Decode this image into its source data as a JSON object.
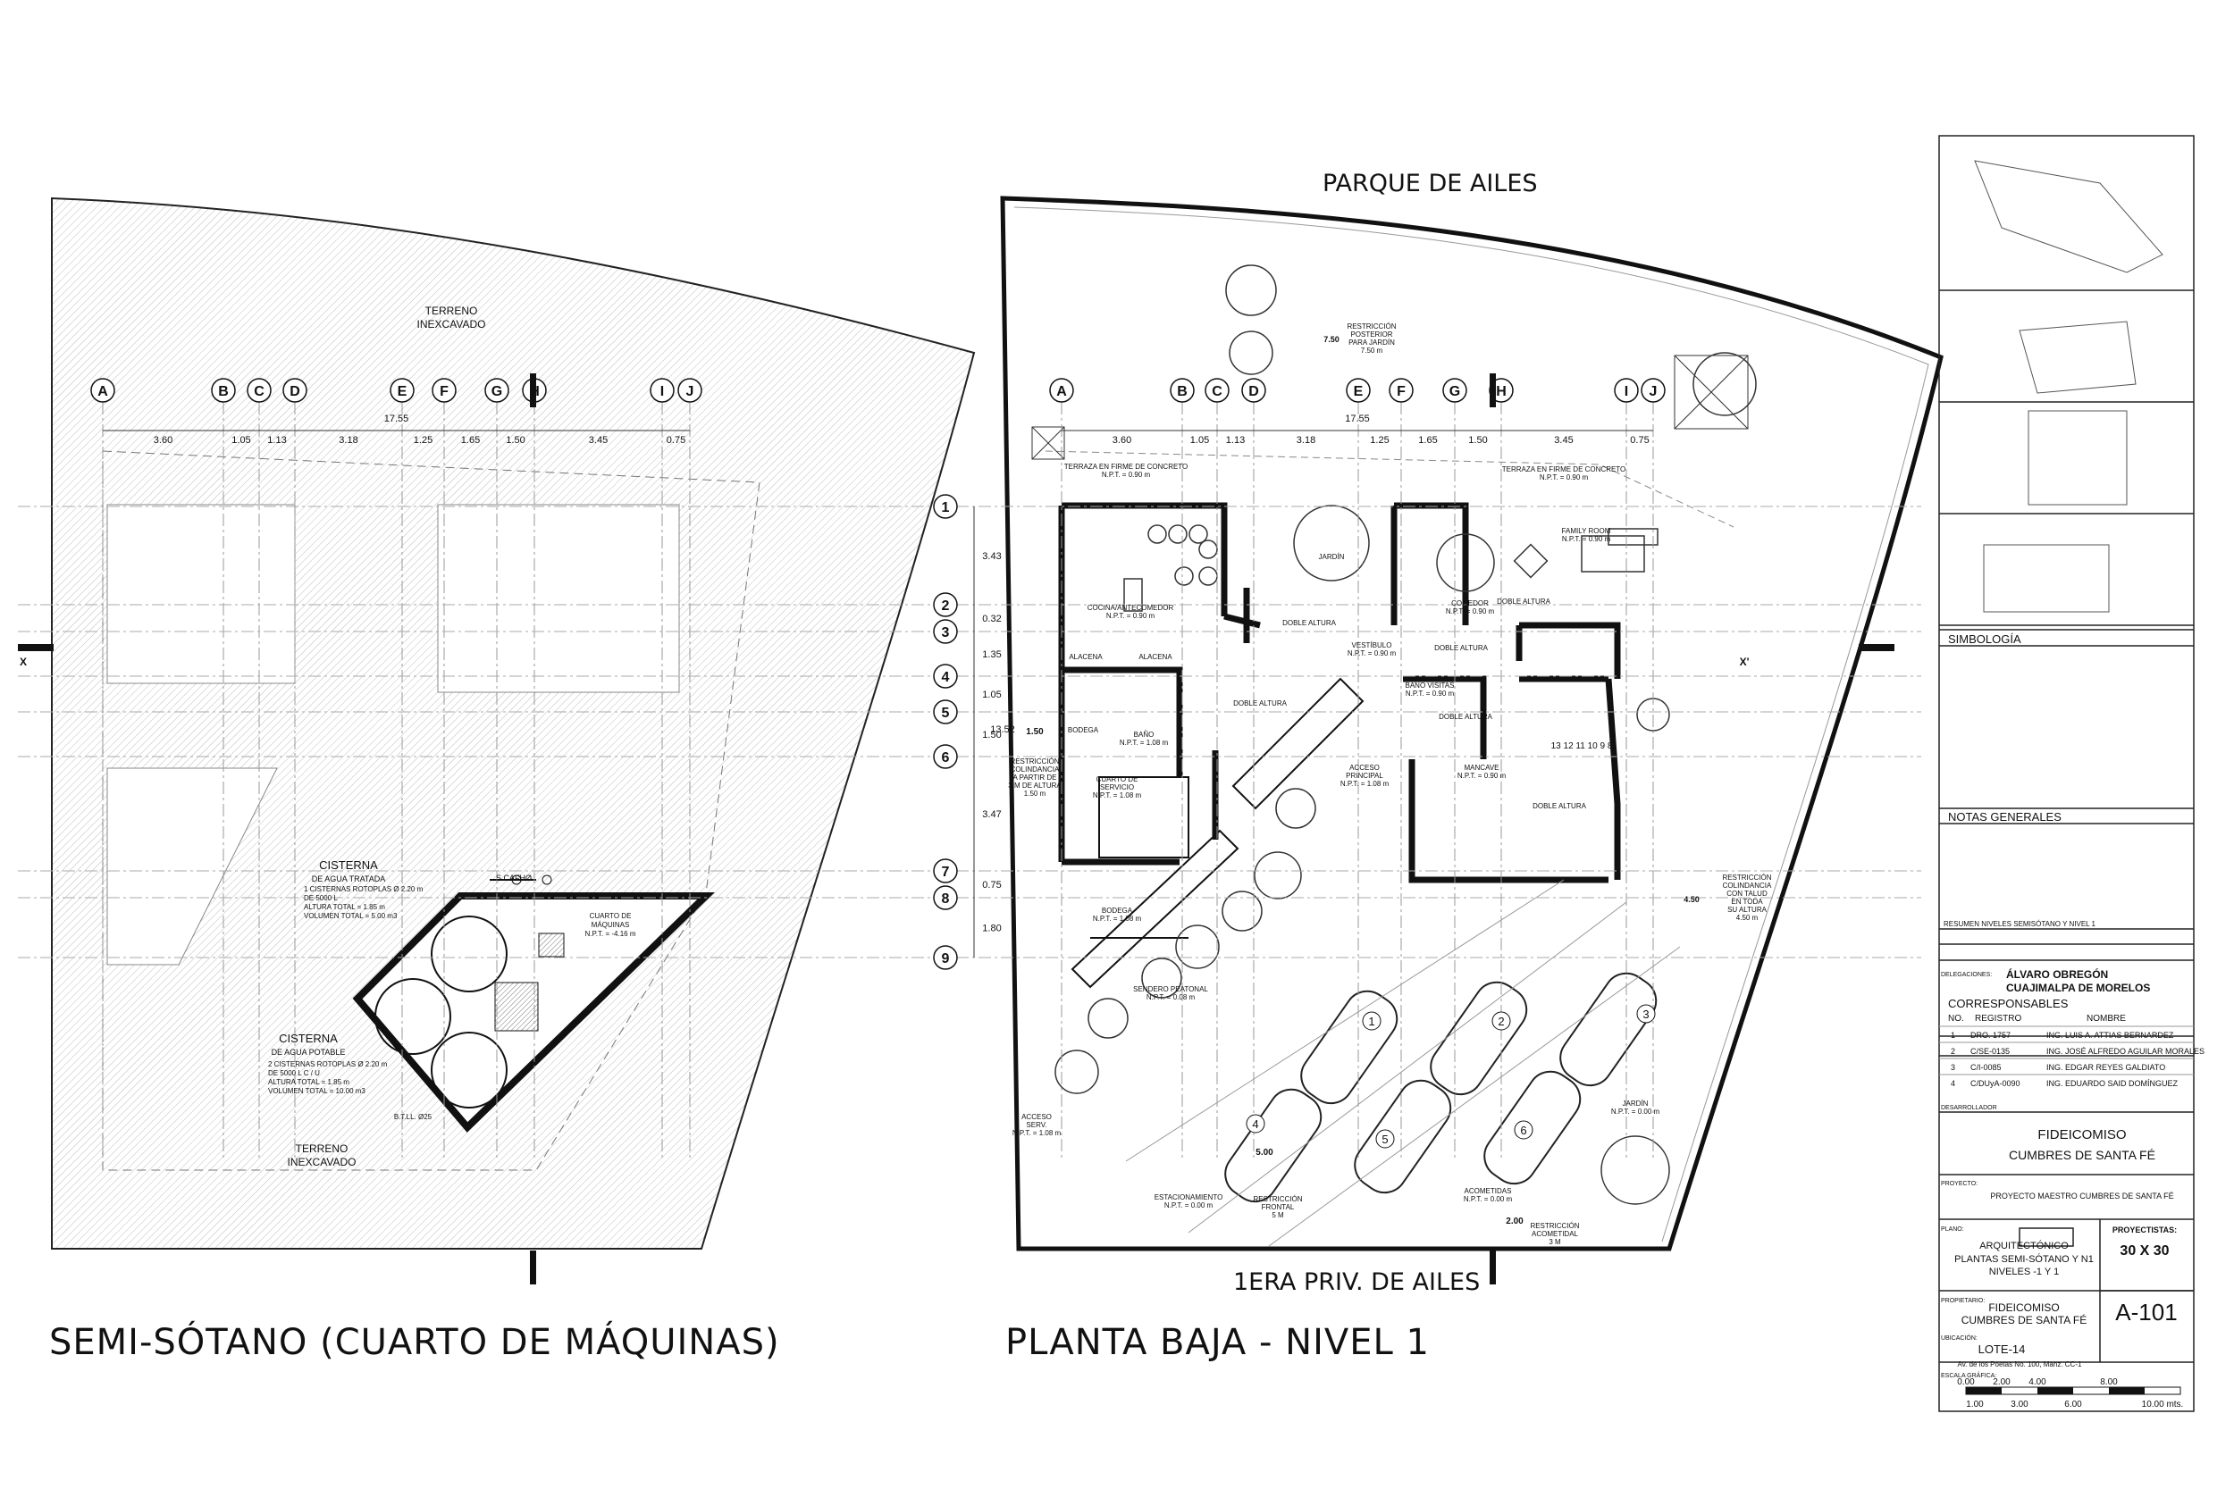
{
  "titles": {
    "left_plan": "SEMI-SÓTANO (CUARTO DE MÁQUINAS)",
    "right_plan": "PLANTA BAJA - NIVEL 1",
    "top_street": "PARQUE DE AILES",
    "bottom_street": "1ERA PRIV. DE AILES"
  },
  "grid": {
    "columns": [
      "A",
      "B",
      "C",
      "D",
      "E",
      "F",
      "G",
      "H",
      "I",
      "J"
    ],
    "rows": [
      "1",
      "2",
      "3",
      "4",
      "5",
      "6",
      "7",
      "8",
      "9"
    ],
    "col_dims": [
      "3.60",
      "1.05",
      "1.13",
      "3.18",
      "1.25",
      "1.65",
      "1.50",
      "3.45",
      "0.75"
    ],
    "total_width": "17.55",
    "row_dims": [
      "3.43",
      "0.32",
      "1.35",
      "1.05",
      "1.50",
      "3.47",
      "0.75",
      "1.80"
    ],
    "total_height": "13.52"
  },
  "left_plan_labels": {
    "terreno_top": [
      "TERRENO",
      "INEXCAVADO"
    ],
    "terreno_bottom": [
      "TERRENO",
      "INEXCAVADO"
    ],
    "cisterna1_title": "CISTERNA",
    "cisterna1_sub": "DE AGUA TRATADA",
    "cisterna1_lines": [
      "1 CISTERNAS ROTOPLAS Ø 2.20 m",
      "DE 5000 L",
      "ALTURA TOTAL = 1.85 m",
      "VOLUMEN TOTAL = 5.00 m3"
    ],
    "cisterna2_title": "CISTERNA",
    "cisterna2_sub": "DE AGUA POTABLE",
    "cisterna2_lines": [
      "2 CISTERNAS ROTOPLAS Ø 2.20 m",
      "DE 5000 L C / U",
      "ALTURA TOTAL = 1.85 m",
      "VOLUMEN TOTAL = 10.00 m3"
    ],
    "cuarto": [
      "CUARTO DE",
      "MÁQUINAS",
      "N.P.T. = -4.16 m"
    ],
    "scafho": "S.CAFHØ",
    "btll": "B.T.LL. Ø25"
  },
  "right_plan_labels": {
    "restriccion_posterior": [
      "RESTRICCIÓN",
      "POSTERIOR",
      "PARA JARDÍN",
      "7.50 m"
    ],
    "dim_750": "7.50",
    "terraza_left": [
      "TERRAZA EN FIRME DE CONCRETO",
      "N.P.T. = 0.90 m"
    ],
    "terraza_right": [
      "TERRAZA EN FIRME DE CONCRETO",
      "N.P.T. = 0.90 m"
    ],
    "jardin_sup": "JARDÍN",
    "cocina": [
      "COCINA/ANTECOMEDOR",
      "N.P.T. = 0.90 m"
    ],
    "comedor": [
      "COMEDOR",
      "N.P.T. = 0.90 m"
    ],
    "family": [
      "FAMILY ROOM",
      "N.P.T. = 0.90 m"
    ],
    "doble_altura": "DOBLE ALTURA",
    "alacena1": "ALACENA",
    "alacena2": "ALACENA",
    "vestibulo": [
      "VESTÍBULO",
      "N.P.T. = 0.90 m"
    ],
    "bano_visitas": [
      "BAÑO VISITAS",
      "N.P.T. = 0.90 m"
    ],
    "bodega1": "BODEGA",
    "bano_serv": [
      "BAÑO",
      "N.P.T. = 1.08 m"
    ],
    "cuarto_servicio": [
      "CUARTO DE",
      "SERVICIO",
      "N.P.T. = 1.08 m"
    ],
    "restriccion_colindancia_l": [
      "RESTRICCIÓN",
      "COLINDANCIA",
      "A PARTIR DE",
      "3 M DE ALTURA",
      "1.50 m"
    ],
    "acceso_principal": [
      "ACCESO",
      "PRINCIPAL",
      "N.P.T. = 1.08 m"
    ],
    "mancave": [
      "MANCAVE",
      "N.P.T. = 0.90 m"
    ],
    "bodega2": [
      "BODEGA",
      "N.P.T. = 1.08 m"
    ],
    "sendero": [
      "SENDERO PEATONAL",
      "N.P.T. = 0.08 m"
    ],
    "restriccion_colindancia_r": [
      "RESTRICCIÓN",
      "COLINDANCIA",
      "CON TALUD",
      "EN TODA",
      "SU ALTURA",
      "4.50 m"
    ],
    "dim_450": "4.50",
    "dim_150": "1.50",
    "dim_500": "5.00",
    "dim_200": "2.00",
    "acceso_serv": [
      "ACCESO",
      "SERV.",
      "N.P.T. = 1.08 m"
    ],
    "estacionamiento": [
      "ESTACIONAMIENTO",
      "N.P.T. = 0.00 m"
    ],
    "restriccion_frontal": [
      "RESTRICCIÓN",
      "FRONTAL",
      "5 M"
    ],
    "acometidas": [
      "ACOMETIDAS",
      "N.P.T. = 0.00 m"
    ],
    "restriccion_acometida": [
      "RESTRICCIÓN",
      "ACOMETIDAL",
      "3 M"
    ],
    "jardin_inf": [
      "JARDÍN",
      "N.P.T. = 0.00 m"
    ],
    "parking_numbers": [
      "1",
      "2",
      "3",
      "4",
      "5",
      "6"
    ],
    "stairs": "13 12 11 10  9  8",
    "section_x": "X",
    "section_xp": "X'"
  },
  "title_block": {
    "simbologia": "SIMBOLOGÍA",
    "notas_generales": "NOTAS GENERALES",
    "resumen": "RESUMEN NIVELES SEMISÓTANO Y NIVEL 1",
    "delegaciones_label": "DELEGACIONES:",
    "delegacion_1": "ÁLVARO OBREGÓN",
    "delegacion_2": "CUAJIMALPA DE MORELOS",
    "corresponsables": "CORRESPONSABLES",
    "table_headers": [
      "NO.",
      "REGISTRO",
      "NOMBRE"
    ],
    "table_rows": [
      [
        "1",
        "DRO. 1757",
        "ING. LUIS A. ATTIAS BERNARDEZ"
      ],
      [
        "2",
        "C/SE-0135",
        "ING. JOSÉ ALFREDO AGUILAR MORALES"
      ],
      [
        "3",
        "C/I-0085",
        "ING. EDGAR REYES GALDIATO"
      ],
      [
        "4",
        "C/DUyA-0090",
        "ING. EDUARDO SAID DOMÍNGUEZ"
      ]
    ],
    "desarrollador_label": "DESARROLLADOR",
    "desarrollador_1": "FIDEICOMISO",
    "desarrollador_2": "CUMBRES DE SANTA FÉ",
    "proyecto_label": "PROYECTO:",
    "proyecto": "PROYECTO MAESTRO CUMBRES DE SANTA FÉ",
    "plano_label": "PLANO:",
    "plano_1": "ARQUITECTÓNICO",
    "plano_2": "PLANTAS SEMI-SÓTANO Y N1",
    "plano_3": "NIVELES -1 Y 1",
    "proyectistas_label": "PROYECTISTAS:",
    "proyectistas_logo": "30 X 30",
    "propietario_label": "PROPIETARIO:",
    "propietario_1": "FIDEICOMISO",
    "propietario_2": "CUMBRES DE SANTA FÉ",
    "clave": "A-101",
    "ubicacion_label": "UBICACIÓN:",
    "lote": "LOTE-14",
    "direccion": "Av. de los Poetas No. 100, Manz. CC-1",
    "escala_label": "ESCALA GRÁFICA:",
    "scale_top": [
      "0.00",
      "2.00",
      "4.00",
      "8.00"
    ],
    "scale_bottom": [
      "1.00",
      "3.00",
      "6.00",
      "10.00 mts."
    ]
  }
}
